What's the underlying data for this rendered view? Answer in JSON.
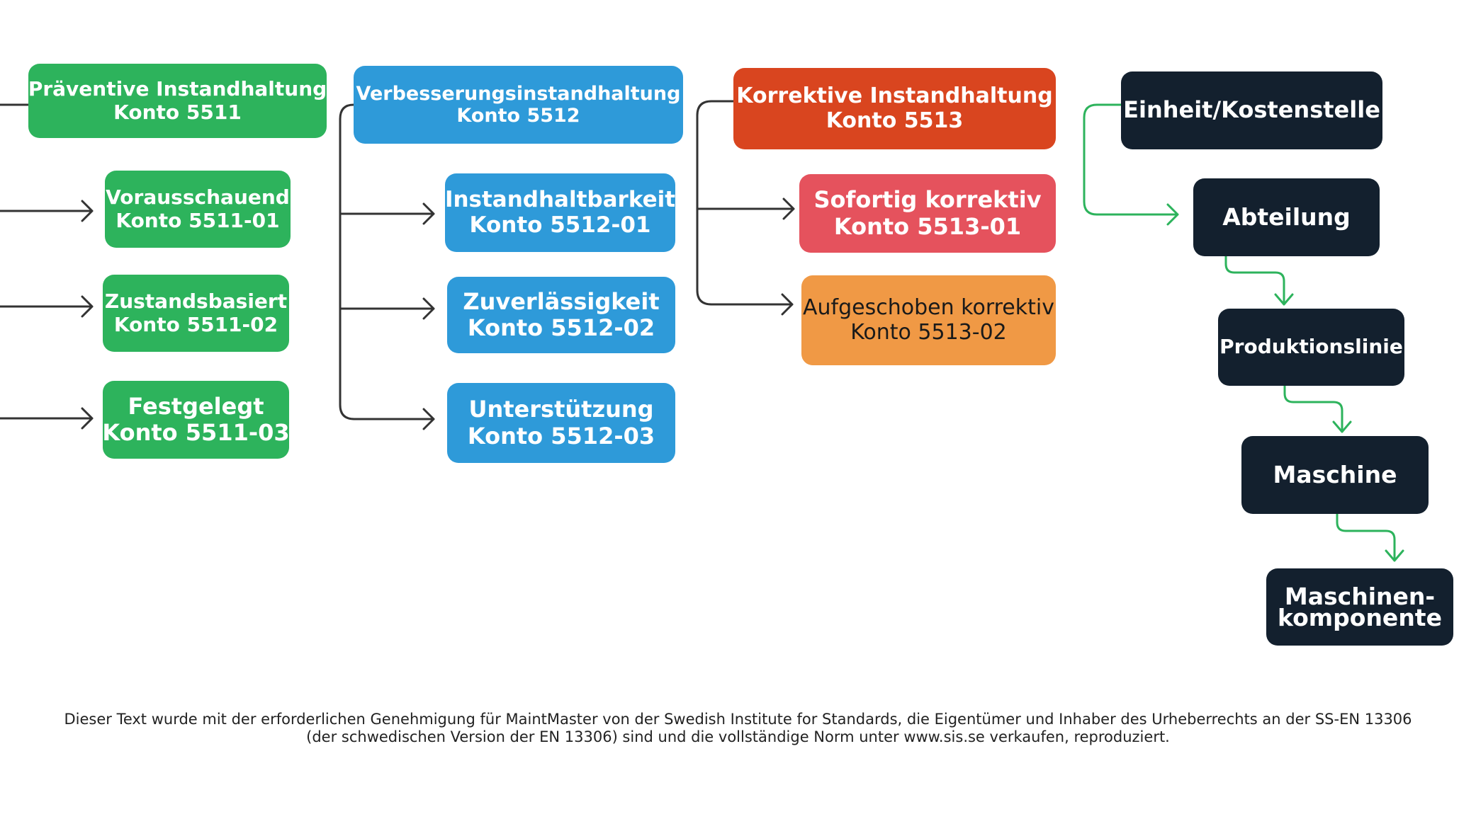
{
  "colors": {
    "green": "#2db35c",
    "blue": "#2e9ad9",
    "red": "#d9451f",
    "pink": "#e5525d",
    "orange": "#f09945",
    "dark": "#13202e",
    "arrow_dark": "#333333",
    "arrow_green": "#2db35c"
  },
  "groups": [
    {
      "parent": {
        "line1": "Präventive Instandhaltung",
        "line2": "Konto 5511"
      },
      "children": [
        {
          "line1": "Vorausschauend",
          "line2": "Konto 5511-01"
        },
        {
          "line1": "Zustandsbasiert",
          "line2": "Konto 5511-02"
        },
        {
          "line1": "Festgelegt",
          "line2": "Konto 5511-03"
        }
      ]
    },
    {
      "parent": {
        "line1": "Verbesserungsinstandhaltung",
        "line2": "Konto 5512"
      },
      "children": [
        {
          "line1": "Instandhaltbarkeit",
          "line2": "Konto 5512-01"
        },
        {
          "line1": "Zuverlässigkeit",
          "line2": "Konto 5512-02"
        },
        {
          "line1": "Unterstützung",
          "line2": "Konto 5512-03"
        }
      ]
    },
    {
      "parent": {
        "line1": "Korrektive Instandhaltung",
        "line2": "Konto 5513"
      },
      "children": [
        {
          "line1": "Sofortig korrektiv",
          "line2": "Konto 5513-01"
        },
        {
          "line1": "Aufgeschoben korrektiv",
          "line2": "Konto 5513-02"
        }
      ]
    }
  ],
  "hierarchy": [
    {
      "line1": "Einheit/Kostenstelle"
    },
    {
      "line1": "Abteilung"
    },
    {
      "line1": "Produktionslinie"
    },
    {
      "line1": "Maschine"
    },
    {
      "line1": "Maschinen-",
      "line2": "komponente"
    }
  ],
  "footer": {
    "line1": "Dieser Text wurde mit der erforderlichen Genehmigung für MaintMaster von der Swedish Institute for Standards, die Eigentümer und Inhaber des Urheberrechts an der SS-EN 13306",
    "line2": "(der schwedischen Version der EN 13306) sind und die vollständige Norm unter www.sis.se verkaufen, reproduziert."
  }
}
